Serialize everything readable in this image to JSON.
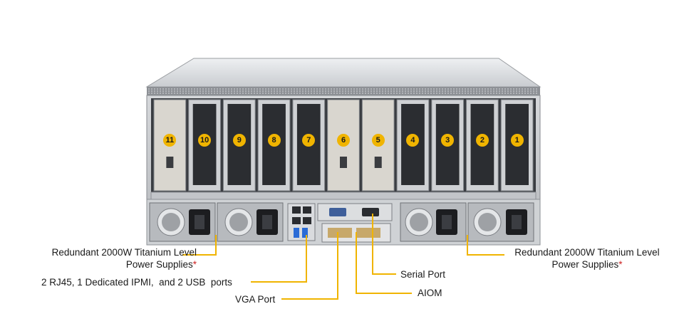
{
  "slots": [
    "11",
    "10",
    "9",
    "8",
    "7",
    "6",
    "5",
    "4",
    "3",
    "2",
    "1"
  ],
  "labels": {
    "psu_left_line1": "Redundant 2000W Titanium Level",
    "psu_left_line2": "Power Supplies",
    "psu_right_line1": "Redundant 2000W Titanium Level",
    "psu_right_line2": "Power Supplies",
    "asterisk": "*",
    "ports": "2 RJ45, 1 Dedicated IPMI,  and 2 USB  ports",
    "vga": "VGA Port",
    "serial": "Serial Port",
    "aiom": "AIOM"
  },
  "colors": {
    "callout": "#f0b400",
    "asterisk": "#cc2222"
  }
}
